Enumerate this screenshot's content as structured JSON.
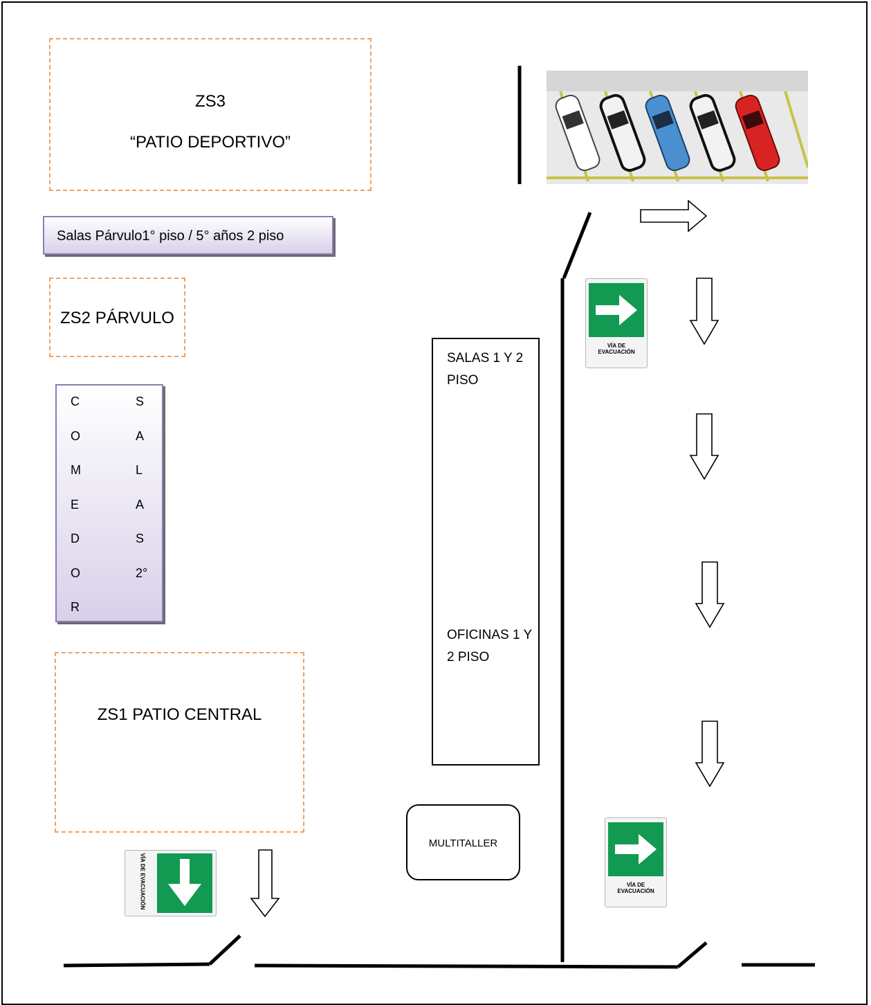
{
  "zones": {
    "zs3_title": "ZS3",
    "zs3_subtitle": "“PATIO DEPORTIVO”",
    "zs2": "ZS2 PÁRVULO",
    "zs1": "ZS1 PATIO CENTRAL"
  },
  "banner": "Salas Párvulo1° piso / 5° años 2 piso",
  "comedor_letters": [
    "C",
    "O",
    "M",
    "E",
    "D",
    "O",
    "R"
  ],
  "salas_letters": [
    "S",
    "A",
    "L",
    "A",
    "S",
    "2°"
  ],
  "building": {
    "top_label": "SALAS 1 Y 2 PISO",
    "bottom_label": "OFICINAS 1 Y 2 PISO"
  },
  "multitaller": "MULTITALLER",
  "evacuation_sign_text": "VÍA DE EVACUACIÓN",
  "colors": {
    "zone_border": "#f0a060",
    "sign_green": "#129a52",
    "banner_border": "#8e7bb5"
  }
}
